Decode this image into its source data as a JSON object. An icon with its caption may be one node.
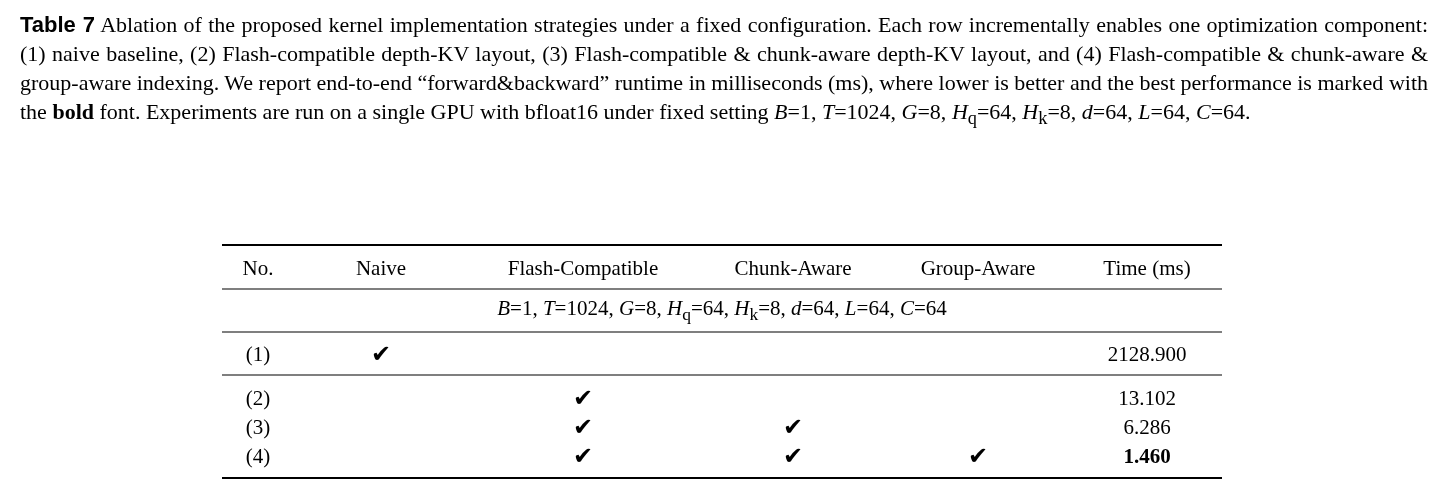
{
  "diagram": {
    "caption": "**Table 7** Ablation of the proposed kernel implementation strategies under a fixed configuration. Each row incrementally enables one optimization component: (1) naive baseline, (2) Flash-compatible depth-KV layout, (3) Flash-compatible & chunk-aware depth-KV layout, and (4) Flash-compatible & chunk-aware & group-aware indexing. We report end-to-end “forward&backward” runtime in milliseconds (ms), where lower is better and the best performance is marked with the **bold** font. Experiments are run on a single GPU with bfloat16 under fixed setting *B*=1, *T*=1024, *G*=8, *H*$_{q}$=64, *H*$_{k}$=8, *d*=64, *L*=64, *C*=64.",
    "labels": [
      "No.",
      "Naive",
      "Flash-Compatible",
      "Chunk-Aware",
      "Group-Aware",
      "Time (ms)",
      "*B*=1, *T*=1024, *G*=8, *H*$_{q}$=64, *H*$_{k}$=8, *d*=64, *L*=64, *C*=64",
      "(1)",
      "✔",
      "2128.900",
      "(2)",
      "✔",
      "13.102",
      "(3)",
      "✔",
      "✔",
      "6.286",
      "(4)",
      "✔",
      "✔",
      "✔",
      "1.460"
    ]
  }
}
